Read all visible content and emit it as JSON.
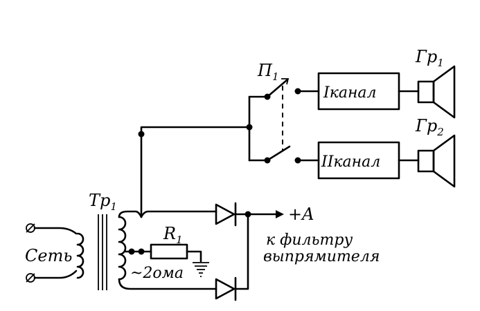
{
  "labels": {
    "mains": "Сеть",
    "transformer": "Тр",
    "transformer_sub": "1",
    "resistor": "R",
    "resistor_sub": "1",
    "resistance_value": "~2ома",
    "plus_a": "+A",
    "filter_line1": "к фильтру",
    "filter_line2": "выпрямителя",
    "switch": "П",
    "switch_sub": "1",
    "channel1": "Iканал",
    "channel2": "IIканал",
    "speaker1": "Гр",
    "speaker1_sub": "1",
    "speaker2": "Гр",
    "speaker2_sub": "2"
  }
}
